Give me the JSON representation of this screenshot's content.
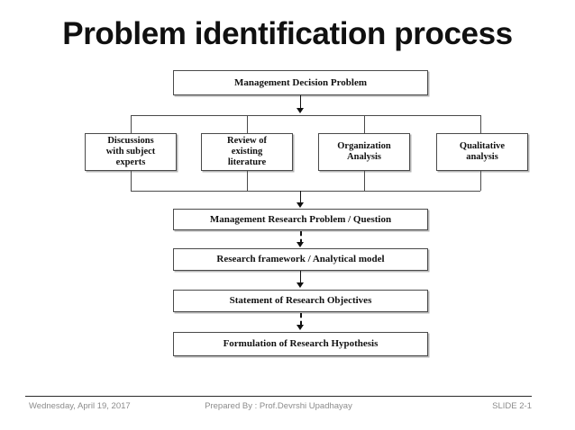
{
  "slide": {
    "title": "Problem identification process"
  },
  "diagram": {
    "top_node": {
      "label": "Management Decision Problem"
    },
    "branch_nodes": [
      {
        "label": "Discussions\nwith subject\nexperts"
      },
      {
        "label": "Review of\nexisting\nliterature"
      },
      {
        "label": "Organization\nAnalysis"
      },
      {
        "label": "Qualitative\nanalysis"
      }
    ],
    "sequence_nodes": [
      {
        "label": "Management Research Problem / Question"
      },
      {
        "label": "Research framework / Analytical model"
      },
      {
        "label": "Statement of Research Objectives"
      },
      {
        "label": "Formulation of Research Hypothesis"
      }
    ]
  },
  "footer": {
    "date": "Wednesday, April 19, 2017",
    "prepared_by": "Prepared By : Prof.Devrshi Upadhayay",
    "slide_number": "SLIDE 2-1"
  },
  "colors": {
    "background": "#ffffff",
    "text": "#111111",
    "box_border": "#4a4a4a",
    "connector": "#111111",
    "footer_text": "#8c8c8c",
    "footer_rule": "#2b2b2b"
  }
}
